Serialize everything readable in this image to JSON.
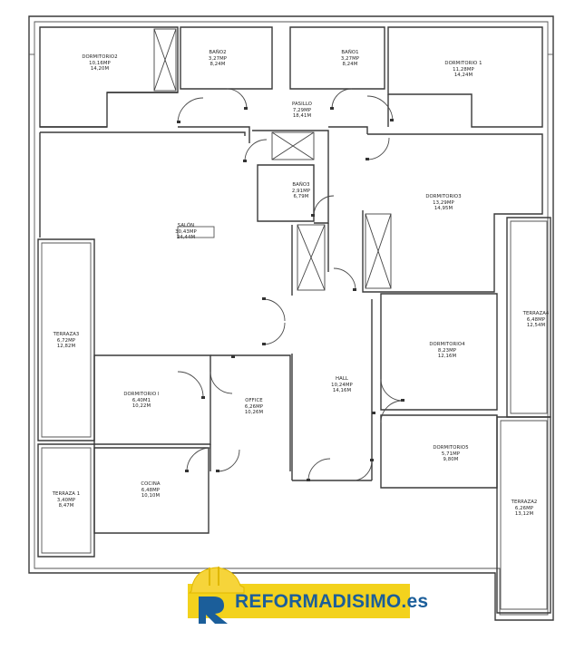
{
  "rooms": {
    "dormitorio2": {
      "name": "DORMITORIO2",
      "area_sq": "10,16MP",
      "perimeter": "14,20M"
    },
    "bano2": {
      "name": "BAÑO2",
      "area_sq": "3,27MP",
      "perimeter": "8,24M"
    },
    "bano1": {
      "name": "BAÑO1",
      "area_sq": "3,27MP",
      "perimeter": "8,24M"
    },
    "dormitorio1": {
      "name": "DORMITORIO 1",
      "area_sq": "11,28MP",
      "perimeter": "14,24M"
    },
    "pasillo": {
      "name": "PASILLO",
      "area_sq": "7,29MP",
      "perimeter": "18,41M"
    },
    "bano3": {
      "name": "BAÑO3",
      "area_sq": "2,91MP",
      "perimeter": "6,79M"
    },
    "dormitorio3": {
      "name": "DORMITORIO3",
      "area_sq": "13,29MP",
      "perimeter": "14,95M"
    },
    "salon": {
      "name": "SALÓN",
      "area_sq": "30,43MP",
      "perimeter": "24,44M"
    },
    "terraza3": {
      "name": "TERRAZA3",
      "area_sq": "6,72MP",
      "perimeter": "12,82M"
    },
    "terraza4": {
      "name": "TERRAZA4",
      "area_sq": "6,48MP",
      "perimeter": "12,54M"
    },
    "dormitorio4": {
      "name": "DORMITORIO4",
      "area_sq": "8,23MP",
      "perimeter": "12,16M"
    },
    "dormitorio_i": {
      "name": "DORMITORIO I",
      "area_sq": "6,40M1",
      "perimeter": "10,22M"
    },
    "office": {
      "name": "OFFICE",
      "area_sq": "6,26MP",
      "perimeter": "10,26M"
    },
    "hall": {
      "name": "HALL",
      "area_sq": "10,24MP",
      "perimeter": "14,16M"
    },
    "dormitorio5": {
      "name": "DORMITORIO5",
      "area_sq": "5,71MP",
      "perimeter": "9,80M"
    },
    "cocina": {
      "name": "COCINA",
      "area_sq": "6,48MP",
      "perimeter": "10,10M"
    },
    "terraza1": {
      "name": "TERRAZA 1",
      "area_sq": "3,40MP",
      "perimeter": "8,47M"
    },
    "terraza2": {
      "name": "TERRAZA2",
      "area_sq": "6,26MP",
      "perimeter": "13,12M"
    }
  },
  "logo": {
    "text": "REFORMADISIMO.es",
    "band_color": "#f3d21d",
    "text_color": "#1b5e9a",
    "helmet_color": "#f3d21d",
    "mark_color": "#1b5e9a"
  }
}
